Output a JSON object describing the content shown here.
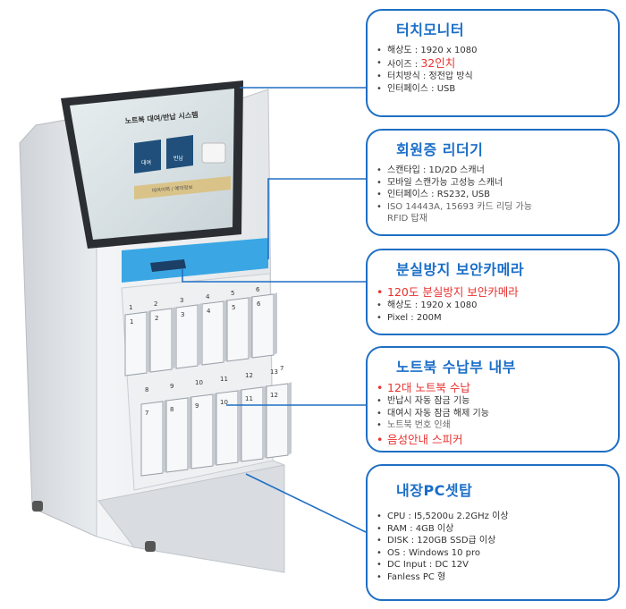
{
  "screen": {
    "title": "노트북 대여/반납 시스템",
    "btn_rent": "대여",
    "btn_return": "반납",
    "status_bar": "대여이력 / 예약정보"
  },
  "slot_labels": [
    "1",
    "2",
    "3",
    "4",
    "5",
    "6",
    "1",
    "2",
    "3",
    "4",
    "5",
    "6",
    "7",
    "8",
    "9",
    "10",
    "11",
    "12",
    "13",
    "7",
    "8",
    "9",
    "10",
    "11",
    "12"
  ],
  "callouts": [
    {
      "title": "터치모니터",
      "items": [
        {
          "text": "해상도 : 1920 x 1080"
        },
        {
          "text": "사이즈 : ",
          "highlight": "32인치"
        },
        {
          "text": "터치방식 : 정전압 방식"
        },
        {
          "text": "인터페이스 : USB"
        }
      ]
    },
    {
      "title": "회원증 리더기",
      "items": [
        {
          "text": "스캔타입 : 1D/2D 스캐너"
        },
        {
          "text": "모바일 스캔가능 고성능 스캐너"
        },
        {
          "text": "인터페이스 : RS232, USB"
        },
        {
          "text": "ISO 14443A, 15693 카드 리딩 가능"
        },
        {
          "text": "RFID 탑재",
          "sub": true
        }
      ]
    },
    {
      "title": "분실방지 보안카메라",
      "items": [
        {
          "text": "120도 분실방지 보안카메라",
          "red": true
        },
        {
          "text": "해상도 : 1920 x 1080"
        },
        {
          "text": "Pixel : 200M"
        }
      ]
    },
    {
      "title": "노트북 수납부 내부",
      "items": [
        {
          "text": "12대 노트북 수납",
          "red": true
        },
        {
          "text": "반납시 자동 잠금 기능"
        },
        {
          "text": "대여시 자동 잠금 해제 기능"
        },
        {
          "text": "노트북 번호 인쇄"
        },
        {
          "text": "음성안내 스피커",
          "red": true
        }
      ]
    },
    {
      "title": "내장PC셋탑",
      "items": [
        {
          "text": "CPU : I5,5200u 2.2GHz 이상"
        },
        {
          "text": "RAM : 4GB 이상"
        },
        {
          "text": "DISK : 120GB SSD급 이상"
        },
        {
          "text": "OS : Windows 10 pro"
        },
        {
          "text": "DC Input : DC 12V"
        },
        {
          "text": "Fanless PC 형"
        }
      ]
    }
  ]
}
